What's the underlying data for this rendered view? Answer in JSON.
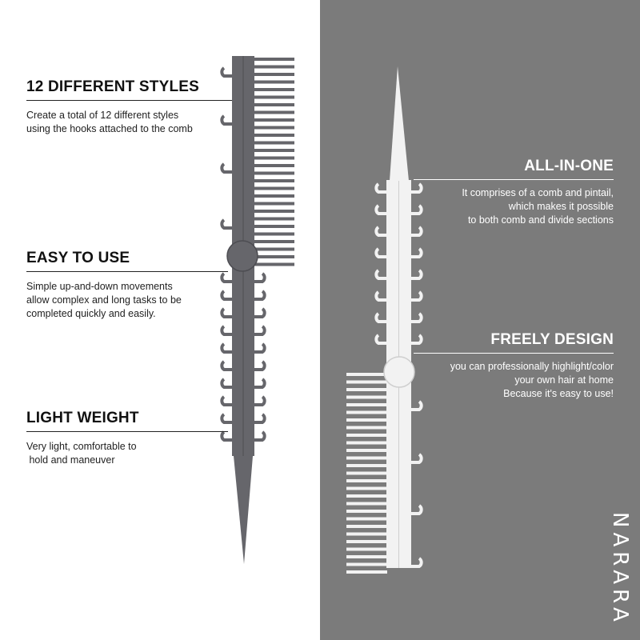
{
  "features_left": [
    {
      "title": "12 DIFFERENT STYLES",
      "lines": [
        "Create a total of 12 different styles",
        "using the hooks attached to the comb"
      ]
    },
    {
      "title": "EASY TO USE",
      "lines": [
        "Simple up-and-down movements",
        "allow complex and long tasks to be",
        "completed quickly and easily."
      ]
    },
    {
      "title": "LIGHT WEIGHT",
      "lines": [
        "Very light, comfortable to",
        " hold and maneuver"
      ]
    }
  ],
  "features_right": [
    {
      "title": "ALL-IN-ONE",
      "lines": [
        "It comprises of a comb and pintail,",
        "which makes it possible",
        "to both comb and divide sections"
      ]
    },
    {
      "title": "FREELY DESIGN",
      "lines": [
        "you can professionally highlight/color",
        "your own hair at home",
        "Because it's easy to use!"
      ]
    }
  ],
  "brand": "NARARA",
  "colors": {
    "dark_comb": "#66666b",
    "light_comb": "#f2f2f2",
    "right_bg": "#7b7b7b"
  }
}
